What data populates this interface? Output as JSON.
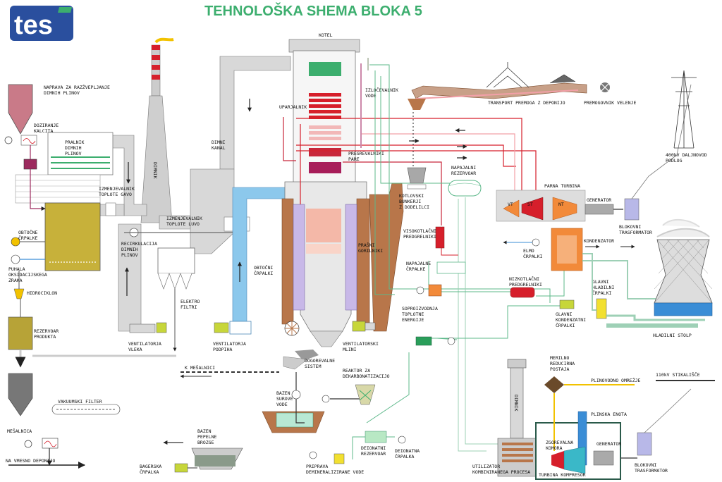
{
  "title": "TEHNOLOŠKA SHEMA BLOKA 5",
  "logo_text": "tes",
  "labels": {
    "kotel": "KOTEL",
    "naprava_1": "NAPRAVA ZA RAZŽVEPLJANJE",
    "naprava_2": "DIMNIH PLINOV",
    "doziranje_1": "DOZIRANJE",
    "doziranje_2": "KALCITA",
    "pralnik_1": "PRALNIK",
    "pralnik_2": "DIMNIH",
    "pralnik_3": "PLINOV",
    "dimnik": "DIMNIK",
    "dimni_kanal_1": "DIMNI",
    "dimni_kanal_2": "KANAL",
    "izm_gavo_1": "IZMENJEVALNIK",
    "izm_gavo_2": "TOPLOTE GAVO",
    "izm_luvo_1": "IZMENJEVALNIK",
    "izm_luvo_2": "TOPLOTE LUVO",
    "obtocne_crpalke_1": "OBTOČNE",
    "obtocne_crpalke_2": "ČRPALKE",
    "recirk_1": "RECIRKULACIJA",
    "recirk_2": "DIMNIH",
    "recirk_3": "PLINOV",
    "puhala_1": "PUHALA",
    "puhala_2": "OKSIDACIJSKEGA",
    "puhala_3": "ZRAKA",
    "hidrociklon": "HIDROCIKLON",
    "elektrofiltri_1": "ELEKTRO",
    "elektrofiltri_2": "FILTRI",
    "rez_produkta_1": "REZERVOAR",
    "rez_produkta_2": "PRODUKTA",
    "vent_vleka_1": "VENTILATORJA",
    "vent_vleka_2": "VLEKA",
    "vent_podpiha_1": "VENTILATORJA",
    "vent_podpiha_2": "PODPIHA",
    "obtocni_crpalki_1": "OBTOČNI",
    "obtocni_crpalki_2": "ČRPALKI",
    "uparjalnik": "UPARJALNIK",
    "izlocevalnik_1": "IZLOČEVALNIK",
    "izlocevalnik_2": "VODE",
    "pregrevalniki_1": "PREGREVALNIKI",
    "pregrevalniki_2": "PARE",
    "prasni_1": "PRAŠNI",
    "prasni_2": "GORILNIKI",
    "dogorevalne_1": "DOGOREVALNE",
    "dogorevalne_2": "SISTEM",
    "vent_mlini_1": "VENTILATORSKI",
    "vent_mlini_2": "MLINI",
    "transport": "TRANSPORT PREMOGA Z DEPONIJO",
    "premogovnik": "PREMOGOVNIK VELENJE",
    "bunkerji_1": "KOTLOVSKI",
    "bunkerji_2": "BUNKERJI",
    "bunkerji_3": "Z DODELILCI",
    "napajalni_rez_1": "NAPAJALNI",
    "napajalni_rez_2": "REZERVOAR",
    "visokotlacni_1": "VISOKOTLAČNI",
    "visokotlacni_2": "PREDGRELNIKI",
    "napajalne_crpalke_1": "NAPAJALNE",
    "napajalne_crpalke_2": "ČRPALKE",
    "parna_turbina": "PARNA TURBINA",
    "vt": "VT",
    "st": "ST",
    "nt": "NT",
    "generator": "GENERATOR",
    "blokovni_1": "BLOKOVNI",
    "blokovni_2": "TRASFORMATOR",
    "daljnovod_1": "400kV DALJNOVOD",
    "daljnovod_2": "PODLOG",
    "elmo_1": "ELMO",
    "elmo_2": "ČRPALKI",
    "kondenzator": "KONDENZATOR",
    "nizkotlacni_1": "NIZKOTLAČNI",
    "nizkotlacni_2": "PREDGRELNIKI",
    "glavni_hladilni_1": "GLAVNI",
    "glavni_hladilni_2": "HLADILNI",
    "glavni_hladilni_3": "ČRPALKI",
    "glavni_kond_1": "GLAVNI",
    "glavni_kond_2": "KONDENZATNI",
    "glavni_kond_3": "ČRPALKI",
    "soproizvodnja_1": "SOPROIZVODNJA",
    "soproizvodnja_2": "TOPLOTNE",
    "soproizvodnja_3": "ENERGIJE",
    "hladilni_stolp": "HLADILNI STOLP",
    "k_mesalnici": "K MEŠALNICI",
    "vakuumski": "VAKUUMSKI FILTER",
    "mesalnica": "MEŠALNICA",
    "na_deponijo": "NA VMESNO DEPONIJO",
    "reaktor_1": "REAKTOR ZA",
    "reaktor_2": "DEKARBONATIZACIJO",
    "bazen_vode_1": "BAZEN",
    "bazen_vode_2": "SUROVE",
    "bazen_vode_3": "VODE",
    "bazen_brozge_1": "BAZEN",
    "bazen_brozge_2": "PEPELNE",
    "bazen_brozge_3": "BROZGE",
    "bagerska_1": "BAGERSKA",
    "bagerska_2": "ČRPALKA",
    "deionatni_rez_1": "DEIONATNI",
    "deionatni_rez_2": "REZERVOAR",
    "deionatna_1": "DEIONATNA",
    "deionatna_2": "ČRPALKA",
    "priprava_1": "PRIPRAVA",
    "priprava_2": "DEMINERALIZIRANE VODE",
    "merilno_1": "MERILNO",
    "merilno_2": "REDUCIRNA",
    "merilno_3": "POSTAJA",
    "plinovodno": "PLINOVODNO OMREŽJE",
    "stikalisce": "110kV STIKALIŠČE",
    "plinska_enota": "PLINSKA ENOTA",
    "dimnik2": "DIMNIK",
    "zgorevalna_1": "ZGOREVALNA",
    "zgorevalna_2": "KOMORA",
    "generator2": "GENERATOR",
    "blokovni2_1": "BLOKOVNI",
    "blokovni2_2": "TRASFORMATOR",
    "utilizator_1": "UTILIZATOR",
    "utilizator_2": "KOMBINIRANEGA PROCESA",
    "turbina_kompresor": "TURBINA KOMPRESOR"
  },
  "colors": {
    "title": "#3cae6e",
    "logo_blue": "#2a4f9e",
    "flue_gray": "#d2d2d2",
    "air_blue": "#8cc8ec",
    "coal_brown": "#b8764a",
    "steam_red": "#d61f2b",
    "water_green": "#5cb88a",
    "condenser_orange": "#f28a3a",
    "gypsum_olive": "#c7b13a",
    "gas_yellow": "#f2c200",
    "cooling_tower_blue": "#3a8dd6"
  }
}
